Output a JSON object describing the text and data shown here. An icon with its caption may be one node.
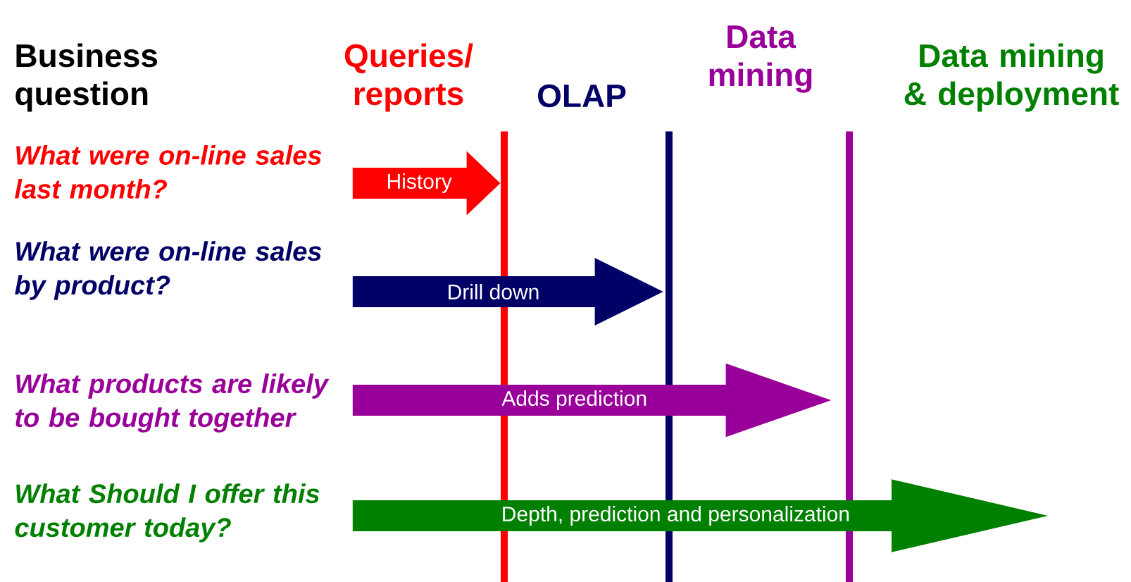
{
  "diagram": {
    "nodes": [
      {
        "text": [
          "What were on-line sales last month?"
        ]
      },
      {
        "text": [
          "What were on-line sales by product?"
        ]
      },
      {
        "text": [
          "What products are likely to be bought together"
        ]
      },
      {
        "text": [
          "What Should I offer this customer today?"
        ]
      },
      {
        "text": [],
        "shape": "bar"
      },
      {
        "text": [],
        "shape": "bar"
      },
      {
        "text": [],
        "shape": "bar"
      }
    ],
    "edges": [
      {
        "from": 0,
        "to": 4,
        "arrow": "to",
        "label": "History",
        "color": "#ff0000"
      },
      {
        "from": 1,
        "to": 5,
        "arrow": "to",
        "label": "Drill down",
        "color": "#000066"
      },
      {
        "from": 2,
        "to": 6,
        "arrow": "to",
        "label": "Adds prediction",
        "color": "#990099"
      },
      {
        "from": 3,
        "to": null,
        "arrow": "to",
        "label": "Depth, prediction and personalization",
        "color": "#008000"
      }
    ],
    "labels": [
      "Business question",
      "Queries/ reports",
      "OLAP",
      "Data mining",
      "Data mining & deployment"
    ]
  }
}
